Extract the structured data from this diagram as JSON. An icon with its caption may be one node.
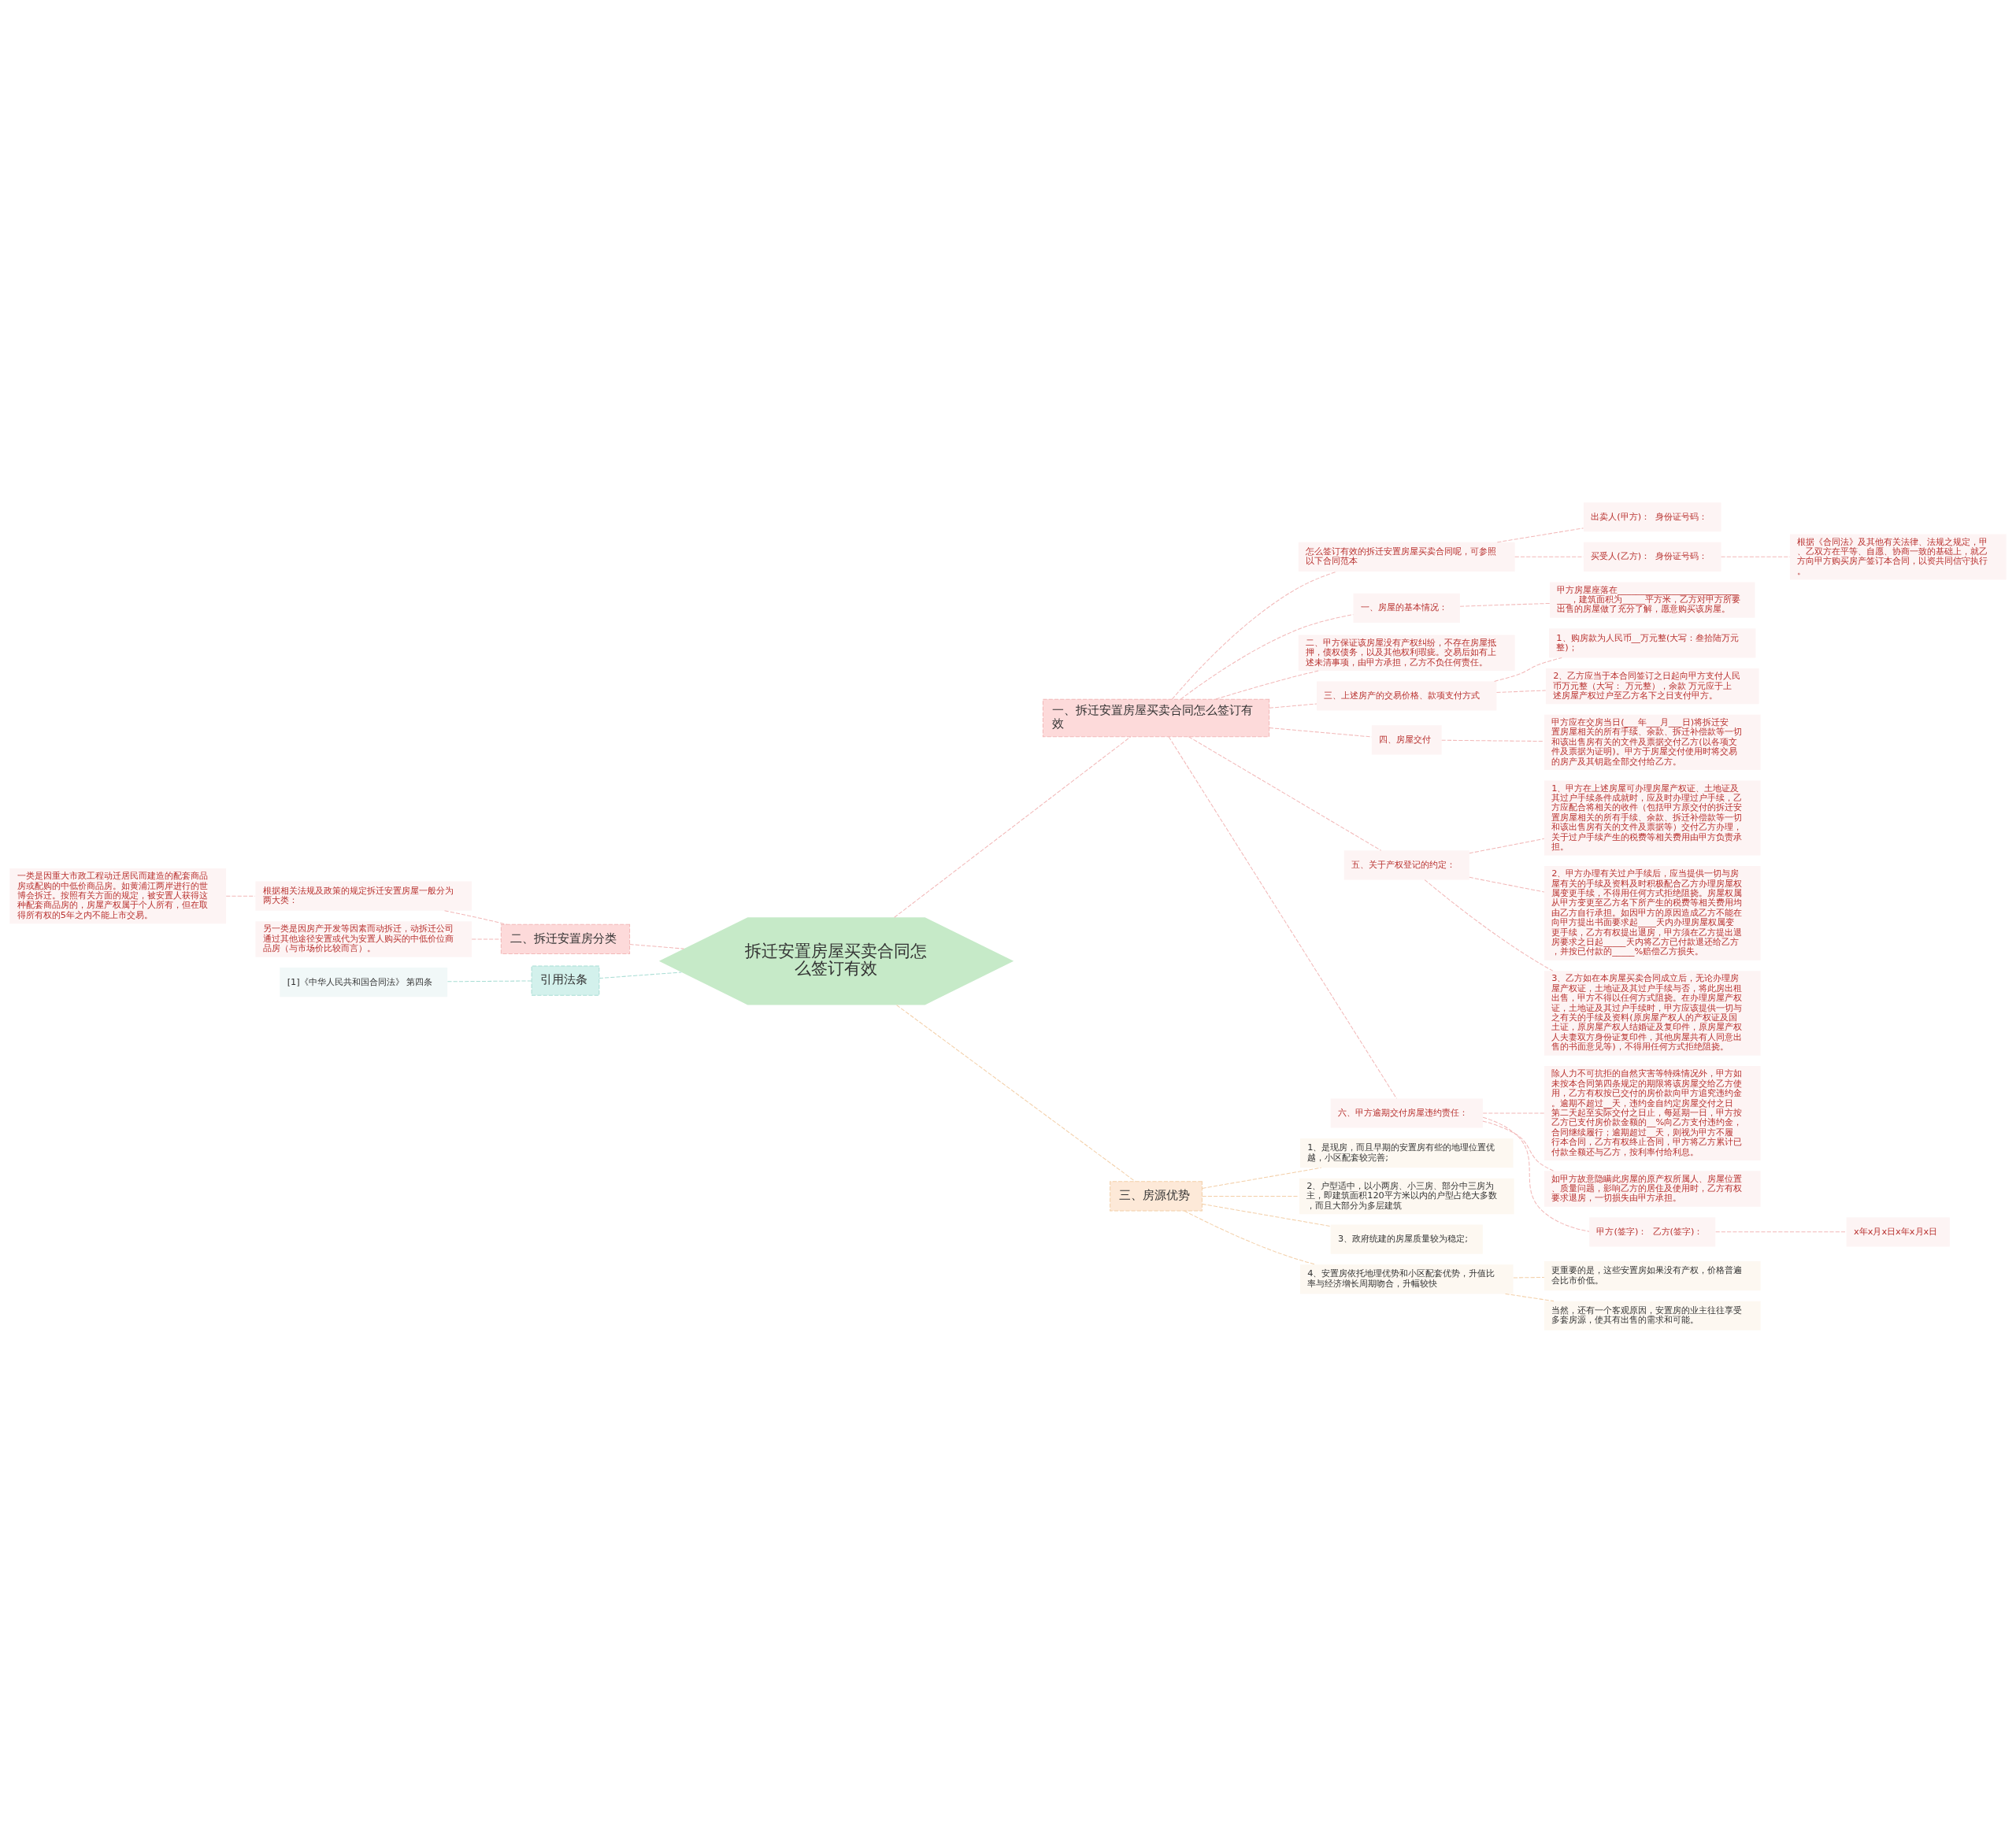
{
  "diagram": {
    "nodes": [
      {
        "text": [
          "拆迁安置房屋买卖合同怎么签订有效"
        ]
      },
      {
        "text": [
          "一、拆迁安置房屋买卖合同怎么签订有效"
        ]
      },
      {
        "text": [
          "怎么签订有效的拆迁安置房屋买卖合同呢，可参照以下合同范本"
        ]
      },
      {
        "text": [
          "出卖人(甲方)：  身份证号码："
        ]
      },
      {
        "text": [
          "买受人(乙方)：  身份证号码："
        ]
      },
      {
        "text": [
          "根据《合同法》及其他有关法律、法规之规定，甲、乙双方在平等、自愿、协商一致的基础上，就乙方向甲方购买房产签订本合同，以资共同信守执行。"
        ]
      },
      {
        "text": [
          "一、房屋的基本情况："
        ]
      },
      {
        "text": [
          "甲方房屋座落在______________________________，建筑面积为_____平方米，乙方对甲方所要出售的房屋做了充分了解，愿意购买该房屋。"
        ]
      },
      {
        "text": [
          "二、甲方保证该房屋没有产权纠纷，不存在房屋抵押，债权债务，以及其他权利瑕疵。交易后如有上述未清事项，由甲方承担，乙方不负任何责任。"
        ]
      },
      {
        "text": [
          "三、上述房产的交易价格、款项支付方式"
        ]
      },
      {
        "text": [
          "1、购房款为人民币__万元整(大写：叁拾陆万元整)；"
        ]
      },
      {
        "text": [
          "2、乙方应当于本合同签订之日起向甲方支付人民币万元整（大写： 万元整），余款 万元应于上述房屋产权过户至乙方名下之日支付甲方。"
        ]
      },
      {
        "text": [
          "四、房屋交付"
        ]
      },
      {
        "text": [
          "甲方应在交房当日(___年___月___日)将拆迁安置房屋相关的所有手续、余款、拆迁补偿款等一切和该出售房有关的文件及票据交付乙方(以各项文件及票据为证明)。甲方于房屋交付使用时将交易的房产及其钥匙全部交付给乙方。"
        ]
      },
      {
        "text": [
          "五、关于产权登记的约定："
        ]
      },
      {
        "text": [
          "1、甲方在上述房屋可办理房屋产权证、土地证及其过户手续条件成就时，应及时办理过户手续，乙方应配合将相关的收件（包括甲方原交付的拆迁安置房屋相关的所有手续、余款、拆迁补偿款等一切和该出售房有关的文件及票据等）交付乙方办理，关于过户手续产生的税费等相关费用由甲方负责承担。"
        ]
      },
      {
        "text": [
          "2、甲方办理有关过户手续后，应当提供一切与房屋有关的手续及资料及时积极配合乙方办理房屋权属变更手续，不得用任何方式拒绝阻挠。房屋权属从甲方变更至乙方名下所产生的税费等相关费用均由乙方自行承担。如因甲方的原因造成乙方不能在向甲方提出书面要求起____天内办理房屋权属变更手续，乙方有权提出退房，甲方须在乙方提出退房要求之日起_____天内将乙方已付款退还给乙方，并按已付款的_____%赔偿乙方损失。"
        ]
      },
      {
        "text": [
          "3、乙方如在本房屋买卖合同成立后，无论办理房屋产权证，土地证及其过户手续与否，将此房出租出售，甲方不得以任何方式阻挠。在办理房屋产权证，土地证及其过户手续时，甲方应该提供一切与之有关的手续及资料(原房屋产权人的产权证及国土证，原房屋产权人结婚证及复印件，原房屋产权人夫妻双方身份证复印件，其他房屋共有人同意出售的书面意见等)，不得用任何方式拒绝阻挠。"
        ]
      },
      {
        "text": [
          "六、甲方逾期交付房屋违约责任："
        ]
      },
      {
        "text": [
          "除人力不可抗拒的自然灾害等特殊情况外，甲方如未按本合同第四条规定的期限将该房屋交给乙方使用，乙方有权按已交付的房价款向甲方追究违约金。逾期不超过__天，违约金自约定房屋交付之日第二天起至实际交付之日止，每延期一日，甲方按乙方已支付房价款金额的__%向乙方支付违约金，合同继续履行；逾期超过__天，则视为甲方不履行本合同，乙方有权终止合同，甲方将乙方累计已付款全额还与乙方，按利率付给利息。"
        ]
      },
      {
        "text": [
          "如甲方故意隐瞒此房屋的原产权所属人、房屋位置、质量问题，影响乙方的居住及使用时，乙方有权要求退房，一切损失由甲方承担。"
        ]
      },
      {
        "text": [
          "甲方(签字)：  乙方(签字)："
        ]
      },
      {
        "text": [
          "x年x月x日x年x月x日"
        ]
      },
      {
        "text": [
          "二、拆迁安置房分类"
        ]
      },
      {
        "text": [
          "根据相关法规及政策的规定拆迁安置房屋一般分为两大类："
        ]
      },
      {
        "text": [
          "一类是因重大市政工程动迁居民而建造的配套商品房或配购的中低价商品房。如黄浦江两岸进行的世博会拆迁。按照有关方面的规定，被安置人获得这种配套商品房的，房屋产权属于个人所有，但在取得所有权的5年之内不能上市交易。"
        ]
      },
      {
        "text": [
          "另一类是因房产开发等因素而动拆迁，动拆迁公司通过其他途径安置或代为安置人购买的中低价位商品房（与市场价比较而言）。"
        ]
      },
      {
        "text": [
          "引用法条"
        ]
      },
      {
        "text": [
          "[1]《中华人民共和国合同法》 第四条"
        ]
      },
      {
        "text": [
          "三、房源优势"
        ]
      },
      {
        "text": [
          "1、是现房，而且早期的安置房有些的地理位置优越，小区配套较完善;"
        ]
      },
      {
        "text": [
          "2、户型适中，以小两房、小三房、部分中三房为主，即建筑面积120平方米以内的户型占绝大多数，而且大部分为多层建筑"
        ]
      },
      {
        "text": [
          "3、政府统建的房屋质量较为稳定;"
        ]
      },
      {
        "text": [
          "4、安置房依托地理优势和小区配套优势，升值比率与经济增长周期吻合，升幅较快"
        ]
      },
      {
        "text": [
          "更重要的是，这些安置房如果没有产权，价格普遍会比市价低。"
        ]
      },
      {
        "text": [
          "当然，还有一个客观原因，安置房的业主往往享受多套房源，使其有出售的需求和可能。"
        ]
      }
    ],
    "edges": [
      {
        "from": 0,
        "to": 1,
        "arrow": "none",
        "style": "dashed"
      },
      {
        "from": 1,
        "to": 2,
        "arrow": "none",
        "style": "dashed"
      },
      {
        "from": 2,
        "to": 3,
        "arrow": "none",
        "style": "dashed"
      },
      {
        "from": 2,
        "to": 4,
        "arrow": "none",
        "style": "dashed"
      },
      {
        "from": 4,
        "to": 5,
        "arrow": "none",
        "style": "dashed"
      },
      {
        "from": 1,
        "to": 6,
        "arrow": "none",
        "style": "dashed"
      },
      {
        "from": 6,
        "to": 7,
        "arrow": "none",
        "style": "dashed"
      },
      {
        "from": 1,
        "to": 8,
        "arrow": "none",
        "style": "dashed"
      },
      {
        "from": 1,
        "to": 9,
        "arrow": "none",
        "style": "dashed"
      },
      {
        "from": 9,
        "to": 10,
        "arrow": "none",
        "style": "dashed"
      },
      {
        "from": 9,
        "to": 11,
        "arrow": "none",
        "style": "dashed"
      },
      {
        "from": 1,
        "to": 12,
        "arrow": "none",
        "style": "dashed"
      },
      {
        "from": 12,
        "to": 13,
        "arrow": "none",
        "style": "dashed"
      },
      {
        "from": 1,
        "to": 14,
        "arrow": "none",
        "style": "dashed"
      },
      {
        "from": 14,
        "to": 15,
        "arrow": "none",
        "style": "dashed"
      },
      {
        "from": 14,
        "to": 16,
        "arrow": "none",
        "style": "dashed"
      },
      {
        "from": 14,
        "to": 17,
        "arrow": "none",
        "style": "dashed"
      },
      {
        "from": 1,
        "to": 18,
        "arrow": "none",
        "style": "dashed"
      },
      {
        "from": 18,
        "to": 19,
        "arrow": "none",
        "style": "dashed"
      },
      {
        "from": 18,
        "to": 20,
        "arrow": "none",
        "style": "dashed"
      },
      {
        "from": 18,
        "to": 21,
        "arrow": "none",
        "style": "dashed"
      },
      {
        "from": 21,
        "to": 22,
        "arrow": "none",
        "style": "dashed"
      },
      {
        "from": 0,
        "to": 23,
        "arrow": "none",
        "style": "dashed"
      },
      {
        "from": 23,
        "to": 24,
        "arrow": "none",
        "style": "dashed"
      },
      {
        "from": 24,
        "to": 25,
        "arrow": "none",
        "style": "dashed"
      },
      {
        "from": 23,
        "to": 26,
        "arrow": "none",
        "style": "dashed"
      },
      {
        "from": 0,
        "to": 27,
        "arrow": "none",
        "style": "dashed"
      },
      {
        "from": 27,
        "to": 28,
        "arrow": "none",
        "style": "dashed"
      },
      {
        "from": 0,
        "to": 29,
        "arrow": "none",
        "style": "dashed"
      },
      {
        "from": 29,
        "to": 30,
        "arrow": "none",
        "style": "dashed"
      },
      {
        "from": 29,
        "to": 31,
        "arrow": "none",
        "style": "dashed"
      },
      {
        "from": 29,
        "to": 32,
        "arrow": "none",
        "style": "dashed"
      },
      {
        "from": 29,
        "to": 33,
        "arrow": "none",
        "style": "dashed"
      },
      {
        "from": 33,
        "to": 34,
        "arrow": "none",
        "style": "dashed"
      },
      {
        "from": 33,
        "to": 35,
        "arrow": "none",
        "style": "dashed"
      }
    ]
  }
}
